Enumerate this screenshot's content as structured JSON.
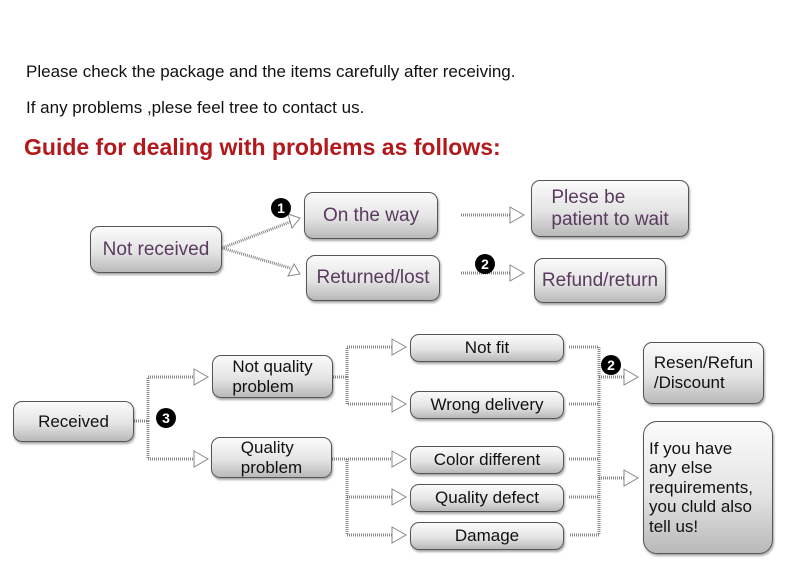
{
  "intro": {
    "line1": "Please check the package and the items carefully after receiving.",
    "line2": "If any problems ,plese feel tree to contact us."
  },
  "heading": "Guide for dealing with problems as follows:",
  "not_received": {
    "label": "Not received",
    "on_the_way": "On the way",
    "wait": "Plese be\npatient to wait",
    "returned": "Returned/lost",
    "refund": "Refund/return"
  },
  "received": {
    "label": "Received",
    "not_quality": "Not quality\nproblem",
    "quality": "Quality\n problem",
    "not_fit": "Not fit",
    "wrong": "Wrong delivery",
    "color": "Color different",
    "defect": "Quality defect",
    "damage": "Damage",
    "resend": "Resen/Refun\n/Discount",
    "other": "If you have\nany else\nrequirements,\nyou cluld also\ntell us!"
  },
  "badges": [
    "1",
    "2",
    "3",
    "2"
  ],
  "colors": {
    "heading": "#b3191c",
    "text_purple": "#5a3a5e"
  }
}
